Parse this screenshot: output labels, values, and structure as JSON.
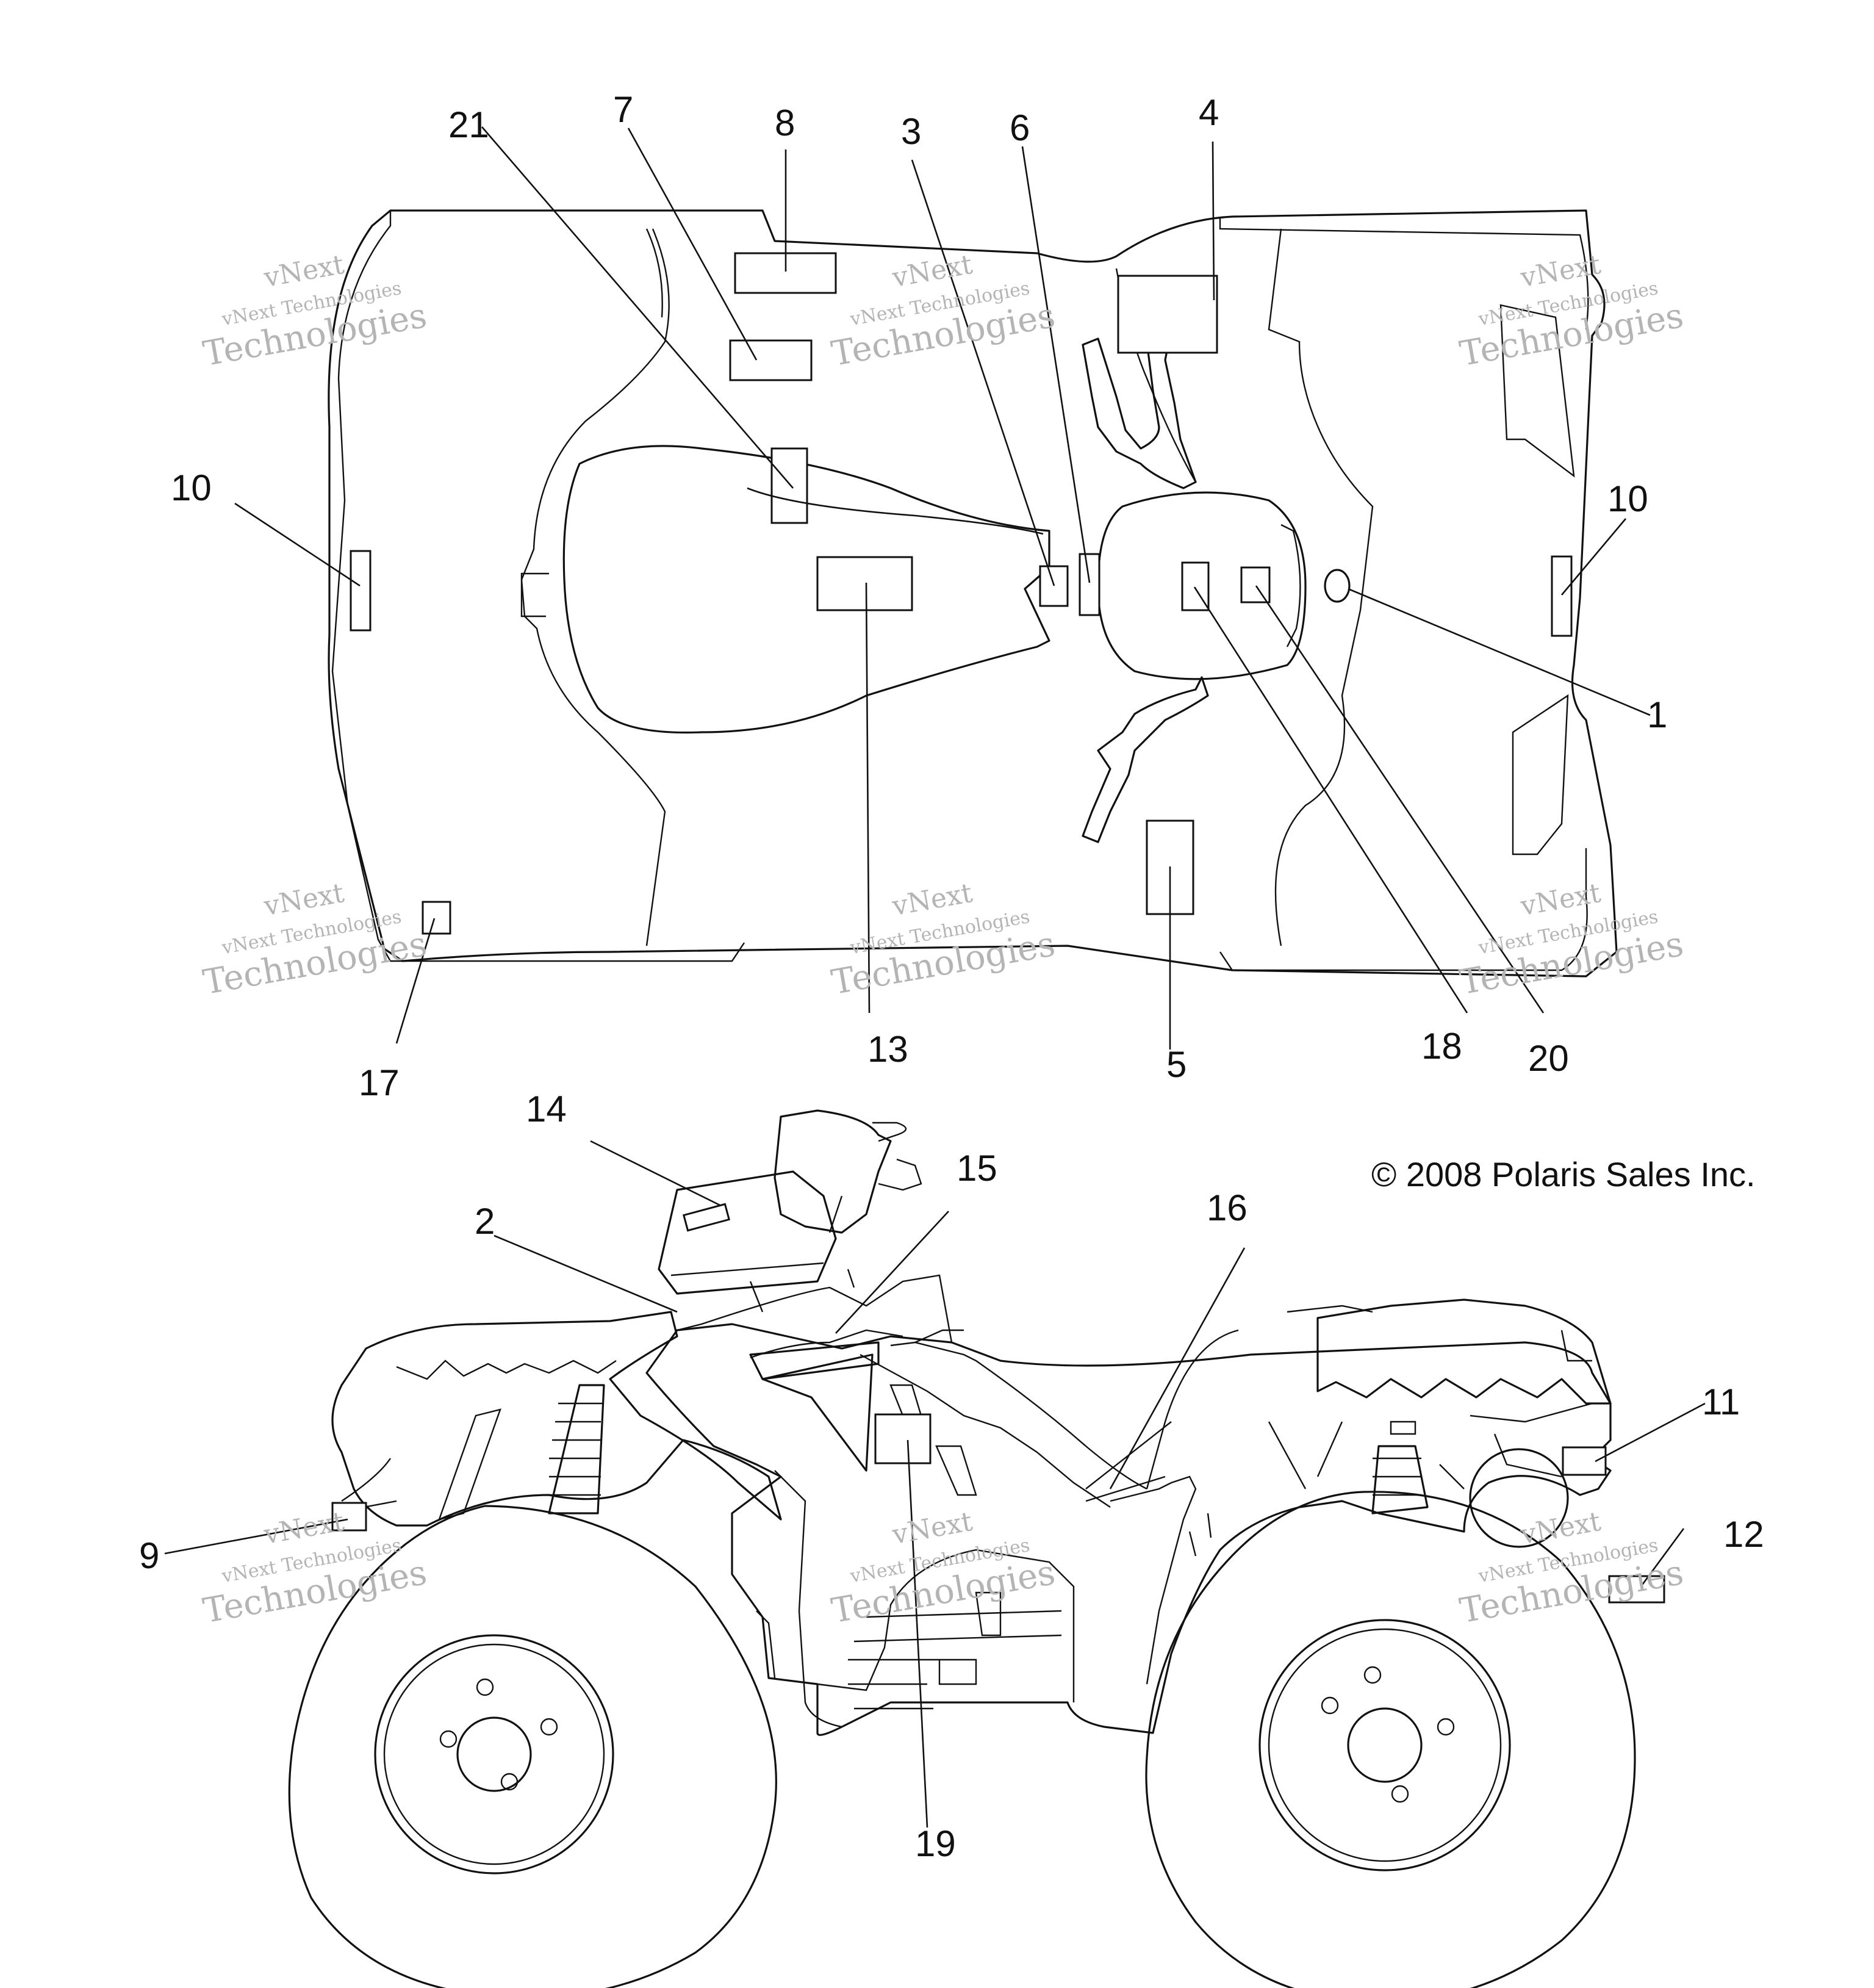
{
  "copyright": "© 2008 Polaris Sales Inc.",
  "watermark": {
    "line1": "vNext",
    "line2": "vNext Technologies",
    "line3": "Technologies"
  },
  "callouts": {
    "c1": "1",
    "c2": "2",
    "c3": "3",
    "c4": "4",
    "c5": "5",
    "c6": "6",
    "c7": "7",
    "c8": "8",
    "c9": "9",
    "c10a": "10",
    "c10b": "10",
    "c11": "11",
    "c12": "12",
    "c13": "13",
    "c14": "14",
    "c15": "15",
    "c16": "16",
    "c17": "17",
    "c18": "18",
    "c19": "19",
    "c20": "20",
    "c21": "21"
  }
}
